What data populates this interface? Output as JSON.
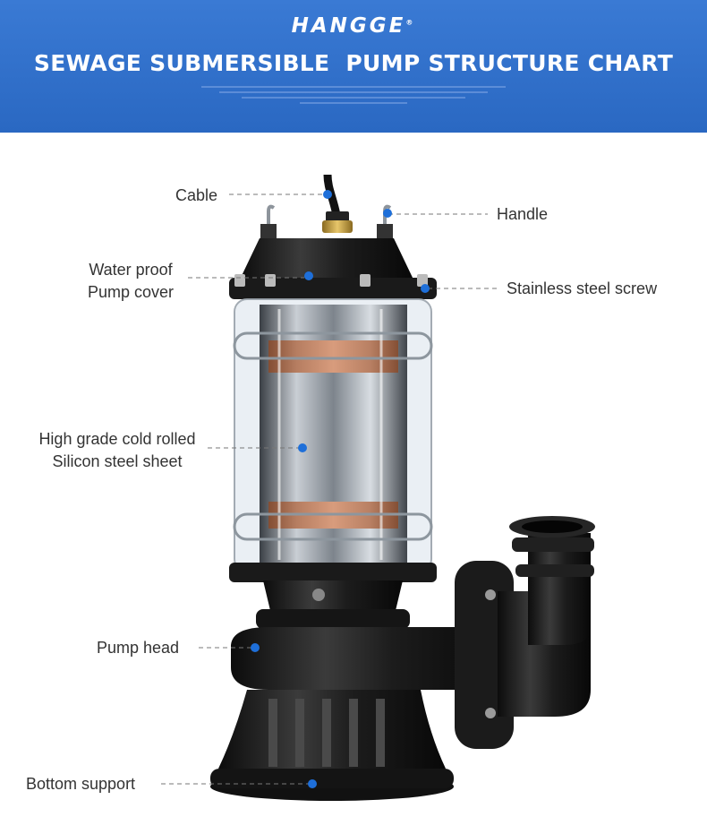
{
  "header": {
    "brand": "HANGGE",
    "registered_mark": "®",
    "title": "SEWAGE SUBMERSIBLE  PUMP STRUCTURE CHART"
  },
  "colors": {
    "header_bg": "#2f6fc6",
    "marker": "#1e6fd9",
    "pump_body": "#1a1a1a",
    "leader_line": "#777777"
  },
  "callouts": {
    "cable": "Cable",
    "handle": "Handle",
    "cover_line1": "Water proof",
    "cover_line2": "Pump cover",
    "screw": "Stainless steel screw",
    "sheet_line1": "High grade cold rolled",
    "sheet_line2": "Silicon steel sheet",
    "pump_head": "Pump head",
    "bottom": "Bottom support"
  }
}
